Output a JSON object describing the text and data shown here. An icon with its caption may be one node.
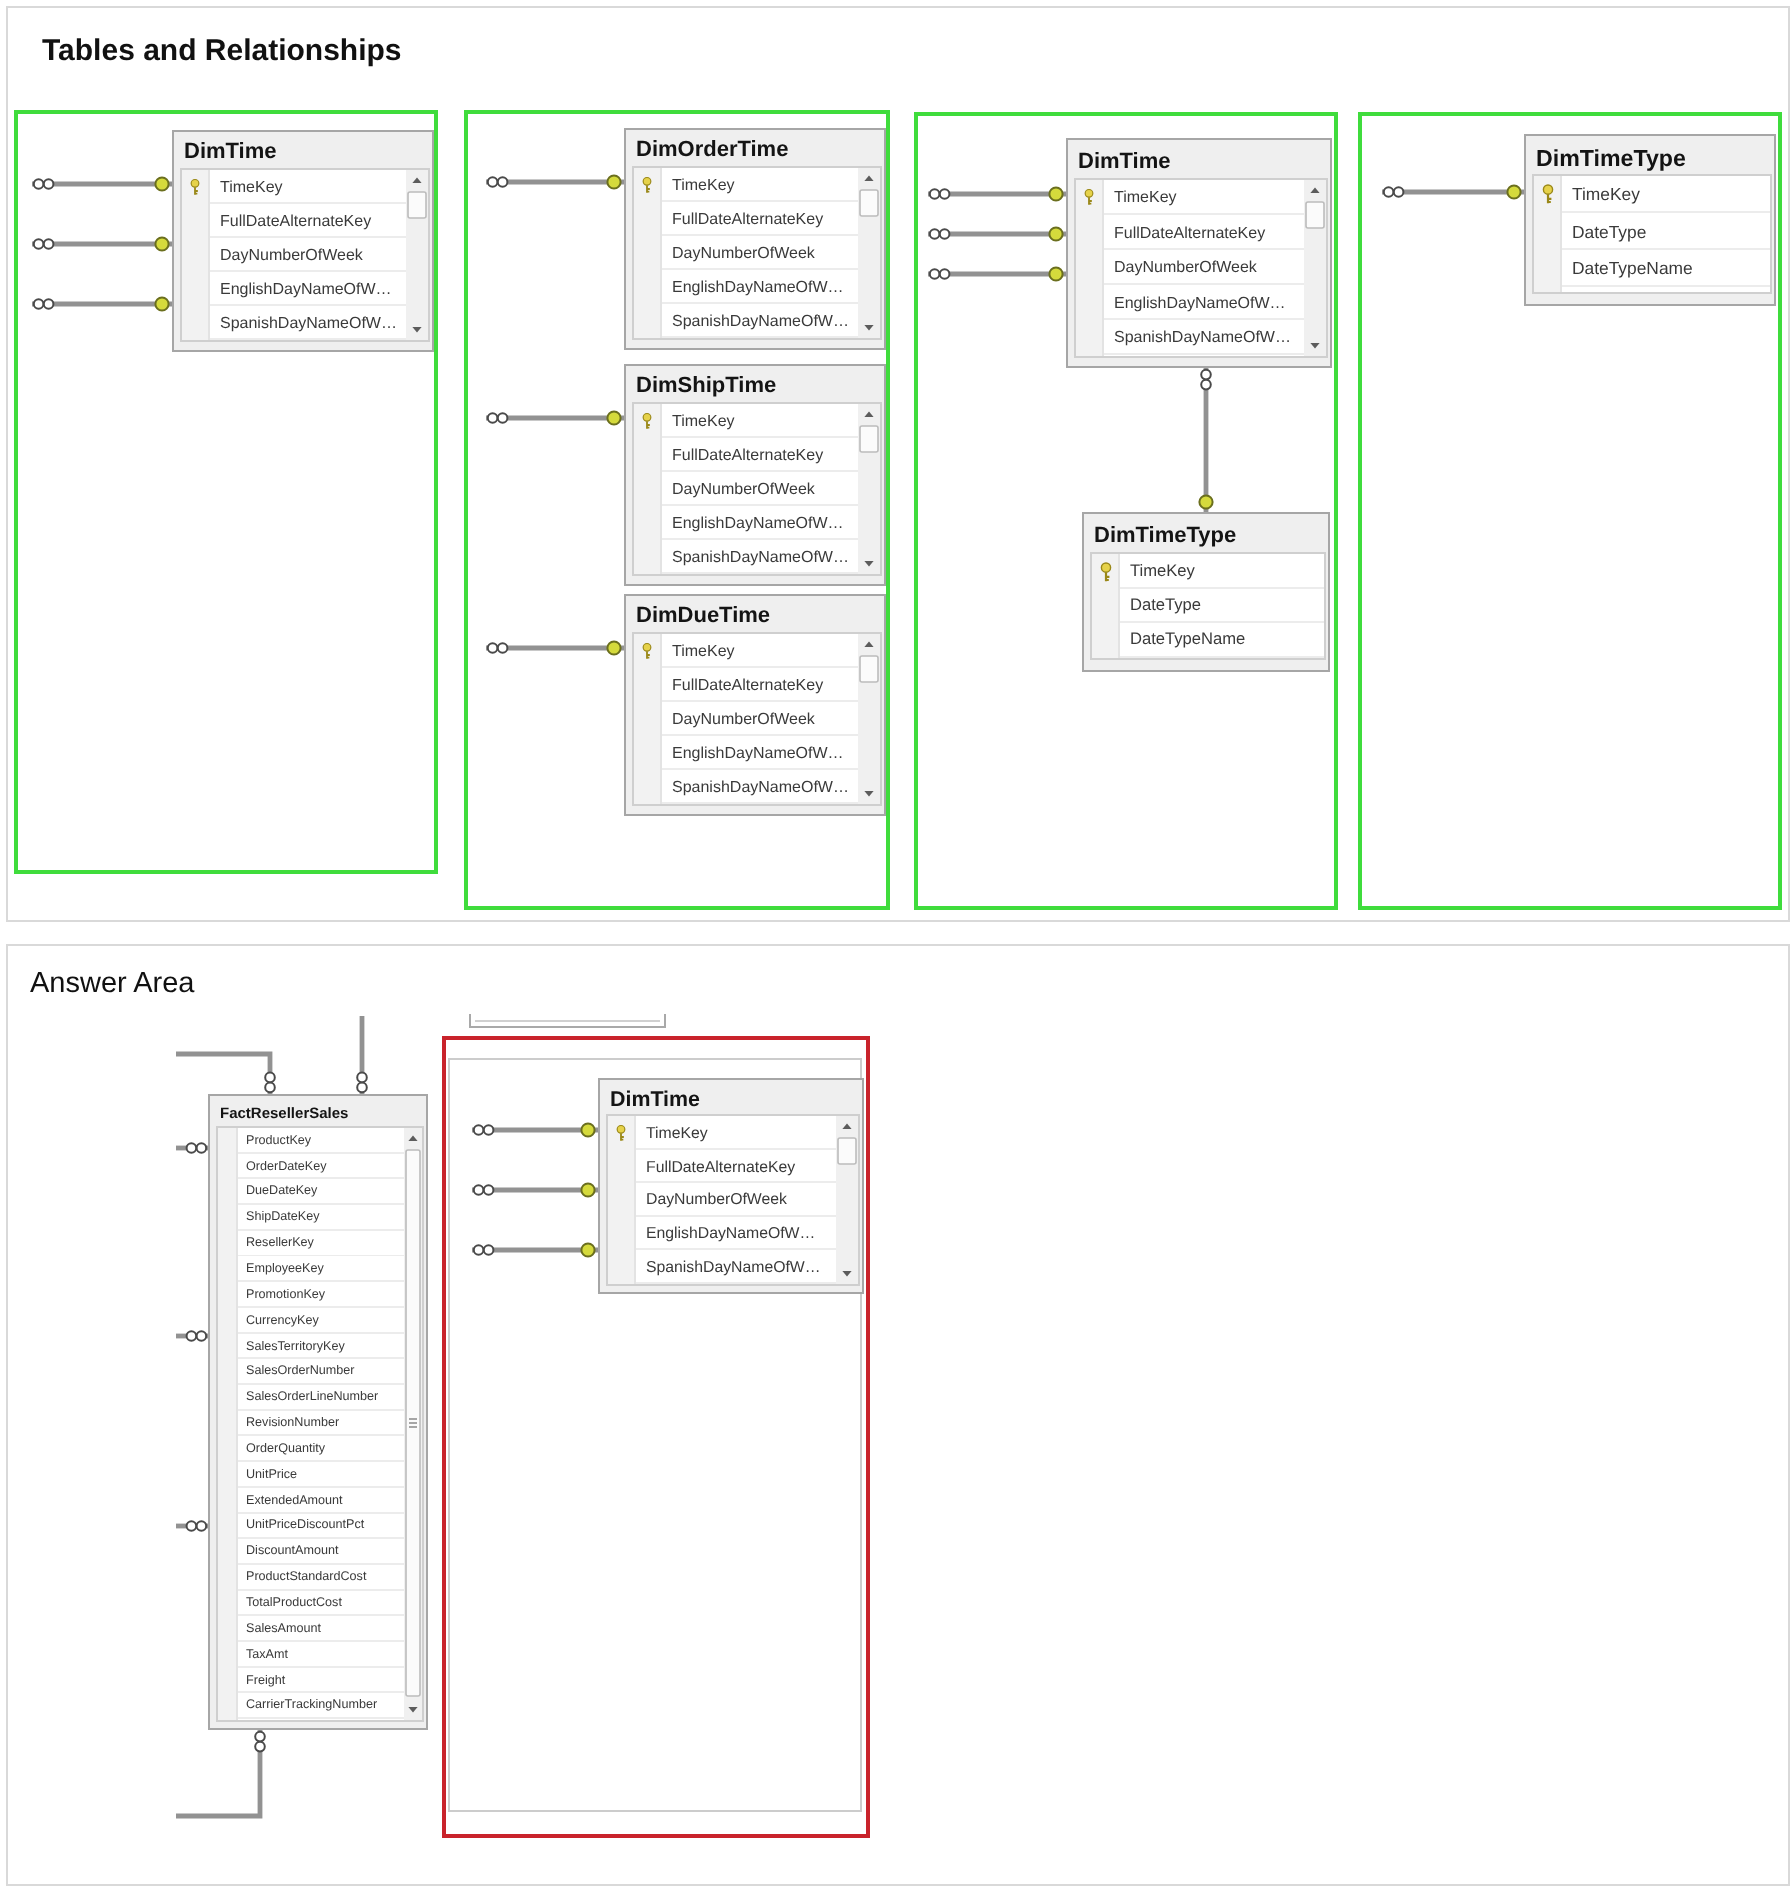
{
  "diagram": {
    "nodes": [
      {
        "text": [
          "Tables and Relationships"
        ]
      },
      {
        "text": [],
        "shape": "box",
        "in": 0
      },
      {
        "text": [
          "DimTime",
          "TimeKey",
          "FullDateAlternateKey",
          "DayNumberOfWeek",
          "EnglishDayNameOfW…",
          "SpanishDayNameOfW…"
        ],
        "in": 1
      },
      {
        "text": [],
        "shape": "box",
        "in": 0
      },
      {
        "text": [
          "DimOrderTime",
          "TimeKey",
          "FullDateAlternateKey",
          "DayNumberOfWeek",
          "EnglishDayNameOfW…",
          "SpanishDayNameOfW…"
        ],
        "in": 3
      },
      {
        "text": [
          "DimShipTime",
          "TimeKey",
          "FullDateAlternateKey",
          "DayNumberOfWeek",
          "EnglishDayNameOfW…",
          "SpanishDayNameOfW…"
        ],
        "in": 3
      },
      {
        "text": [
          "DimDueTime",
          "TimeKey",
          "FullDateAlternateKey",
          "DayNumberOfWeek",
          "EnglishDayNameOfW…",
          "SpanishDayNameOfW…"
        ],
        "in": 3
      },
      {
        "text": [],
        "shape": "box",
        "in": 0
      },
      {
        "text": [
          "DimTime",
          "TimeKey",
          "FullDateAlternateKey",
          "DayNumberOfWeek",
          "EnglishDayNameOfW…",
          "SpanishDayNameOfW…"
        ],
        "in": 7
      },
      {
        "text": [
          "DimTimeType",
          "TimeKey",
          "DateType",
          "DateTypeName"
        ],
        "in": 7
      },
      {
        "text": [],
        "shape": "box",
        "in": 0
      },
      {
        "text": [
          "DimTimeType",
          "TimeKey",
          "DateType",
          "DateTypeName"
        ],
        "in": 10
      },
      {
        "text": [
          "Answer Area"
        ]
      },
      {
        "text": [
          "FactResellerSales",
          "ProductKey",
          "OrderDateKey",
          "DueDateKey",
          "ShipDateKey",
          "ResellerKey",
          "EmployeeKey",
          "PromotionKey",
          "CurrencyKey",
          "SalesTerritoryKey",
          "SalesOrderNumber",
          "SalesOrderLineNumber",
          "RevisionNumber",
          "OrderQuantity",
          "UnitPrice",
          "ExtendedAmount",
          "UnitPriceDiscountPct",
          "DiscountAmount",
          "ProductStandardCost",
          "TotalProductCost",
          "SalesAmount",
          "TaxAmt",
          "Freight",
          "CarrierTrackingNumber"
        ],
        "in": 12
      },
      {
        "text": [],
        "shape": "box",
        "in": 12
      },
      {
        "text": [
          "DimTime",
          "TimeKey",
          "FullDateAlternateKey",
          "DayNumberOfWeek",
          "EnglishDayNameOfW…",
          "SpanishDayNameOfW…"
        ],
        "in": 14
      }
    ],
    "edges": [
      {
        "from": null,
        "to": 2,
        "arrow": "other"
      },
      {
        "from": null,
        "to": 2,
        "arrow": "other"
      },
      {
        "from": null,
        "to": 2,
        "arrow": "other"
      },
      {
        "from": null,
        "to": 4,
        "arrow": "other"
      },
      {
        "from": null,
        "to": 5,
        "arrow": "other"
      },
      {
        "from": null,
        "to": 6,
        "arrow": "other"
      },
      {
        "from": null,
        "to": 8,
        "arrow": "other"
      },
      {
        "from": null,
        "to": 8,
        "arrow": "other"
      },
      {
        "from": null,
        "to": 8,
        "arrow": "other"
      },
      {
        "from": 8,
        "to": 9,
        "arrow": "other"
      },
      {
        "from": null,
        "to": 11,
        "arrow": "other"
      },
      {
        "from": 13,
        "to": null,
        "arrow": "other"
      },
      {
        "from": 13,
        "to": null,
        "arrow": "other"
      },
      {
        "from": 13,
        "to": null,
        "arrow": "other"
      },
      {
        "from": 13,
        "to": null,
        "arrow": "other"
      },
      {
        "from": 13,
        "to": null,
        "arrow": "other"
      },
      {
        "from": 13,
        "to": null,
        "arrow": "other"
      },
      {
        "from": null,
        "to": 15,
        "arrow": "other"
      },
      {
        "from": null,
        "to": 15,
        "arrow": "other"
      },
      {
        "from": null,
        "to": 15,
        "arrow": "other"
      }
    ]
  }
}
